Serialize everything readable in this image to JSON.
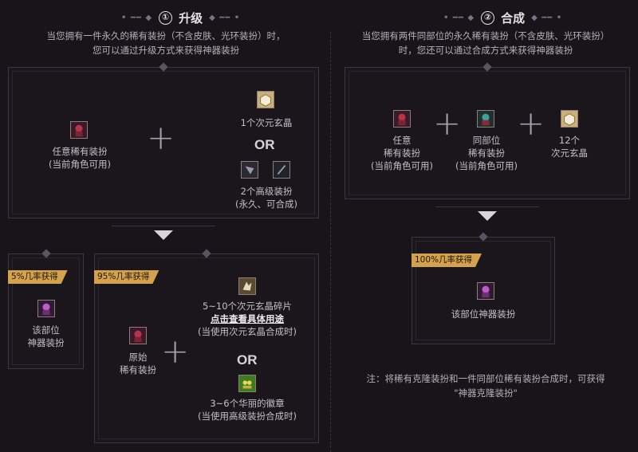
{
  "left": {
    "title_num": "①",
    "title": "升级",
    "desc_line1": "当您拥有一件永久的稀有装扮（不含皮肤、光环装扮）时，",
    "desc_line2": "您可以通过升级方式来获得神器装扮",
    "any_rare_line1": "任意稀有装扮",
    "any_rare_line2": "(当前角色可用)",
    "crystal_label": "1个次元玄晶",
    "or": "OR",
    "advanced_line1": "2个高级装扮",
    "advanced_line2": "(永久、可合成)",
    "tag_5": "5%几率获得",
    "result_5_line1": "该部位",
    "result_5_line2": "神器装扮",
    "tag_95": "95%几率获得",
    "original_line1": "原始",
    "original_line2": "稀有装扮",
    "shard_line1": "5~10个次元玄晶碎片",
    "shard_link": "点击查看具体用途",
    "shard_line3": "(当使用次元玄晶合成时)",
    "or2": "OR",
    "badge_line1": "3~6个华丽的徽章",
    "badge_line2": "(当使用高级装扮合成时)"
  },
  "right": {
    "title_num": "②",
    "title": "合成",
    "desc_line1": "当您拥有两件同部位的永久稀有装扮（不含皮肤、光环装扮）",
    "desc_line2": "时，您还可以通过合成方式来获得神器装扮",
    "any_line1": "任意",
    "any_line2": "稀有装扮",
    "any_line3": "(当前角色可用)",
    "same_line1": "同部位",
    "same_line2": "稀有装扮",
    "same_line3": "(当前角色可用)",
    "crystal_line1": "12个",
    "crystal_line2": "次元玄晶",
    "tag_100": "100%几率获得",
    "result_label": "该部位神器装扮",
    "note_line1": "注：将稀有克隆装扮和一件同部位稀有装扮合成时，可获得",
    "note_line2": "\"神器克隆装扮\""
  },
  "colors": {
    "background": "#181419",
    "tag": "#d4a24a",
    "text": "#b6b1b9"
  }
}
